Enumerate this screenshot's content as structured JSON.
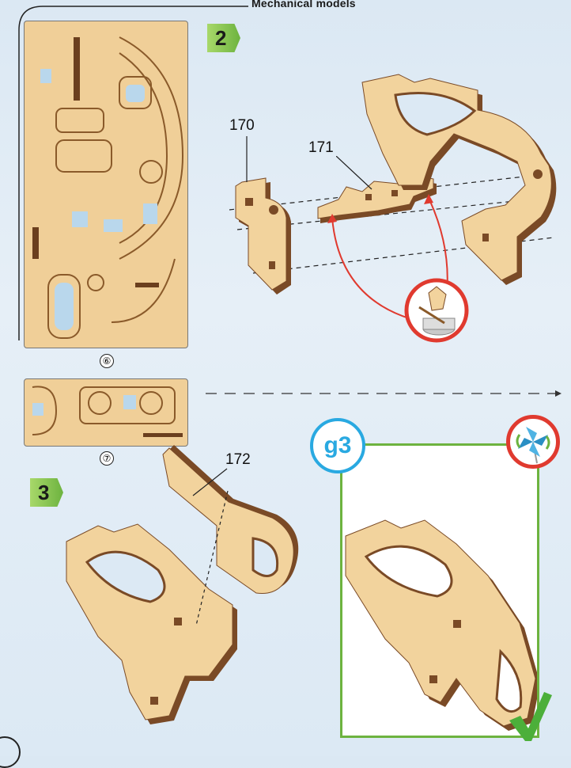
{
  "header": {
    "section_title": "Mechanical models"
  },
  "sheets": [
    {
      "number": "⑥"
    },
    {
      "number": "⑦"
    }
  ],
  "steps": [
    {
      "number": "2"
    },
    {
      "number": "3"
    }
  ],
  "part_labels": {
    "p170": "170",
    "p171": "171",
    "p172": "172"
  },
  "completion": {
    "badge": "g3",
    "restriction_icon": "no-pinwheel-icon",
    "done_icon": "checkmark-icon"
  },
  "colors": {
    "step_green": "#6db33f",
    "badge_blue": "#29a9e1",
    "arrow_red": "#e03a2f",
    "wood": "#f0cf98",
    "wood_dark": "#7a4a26"
  }
}
